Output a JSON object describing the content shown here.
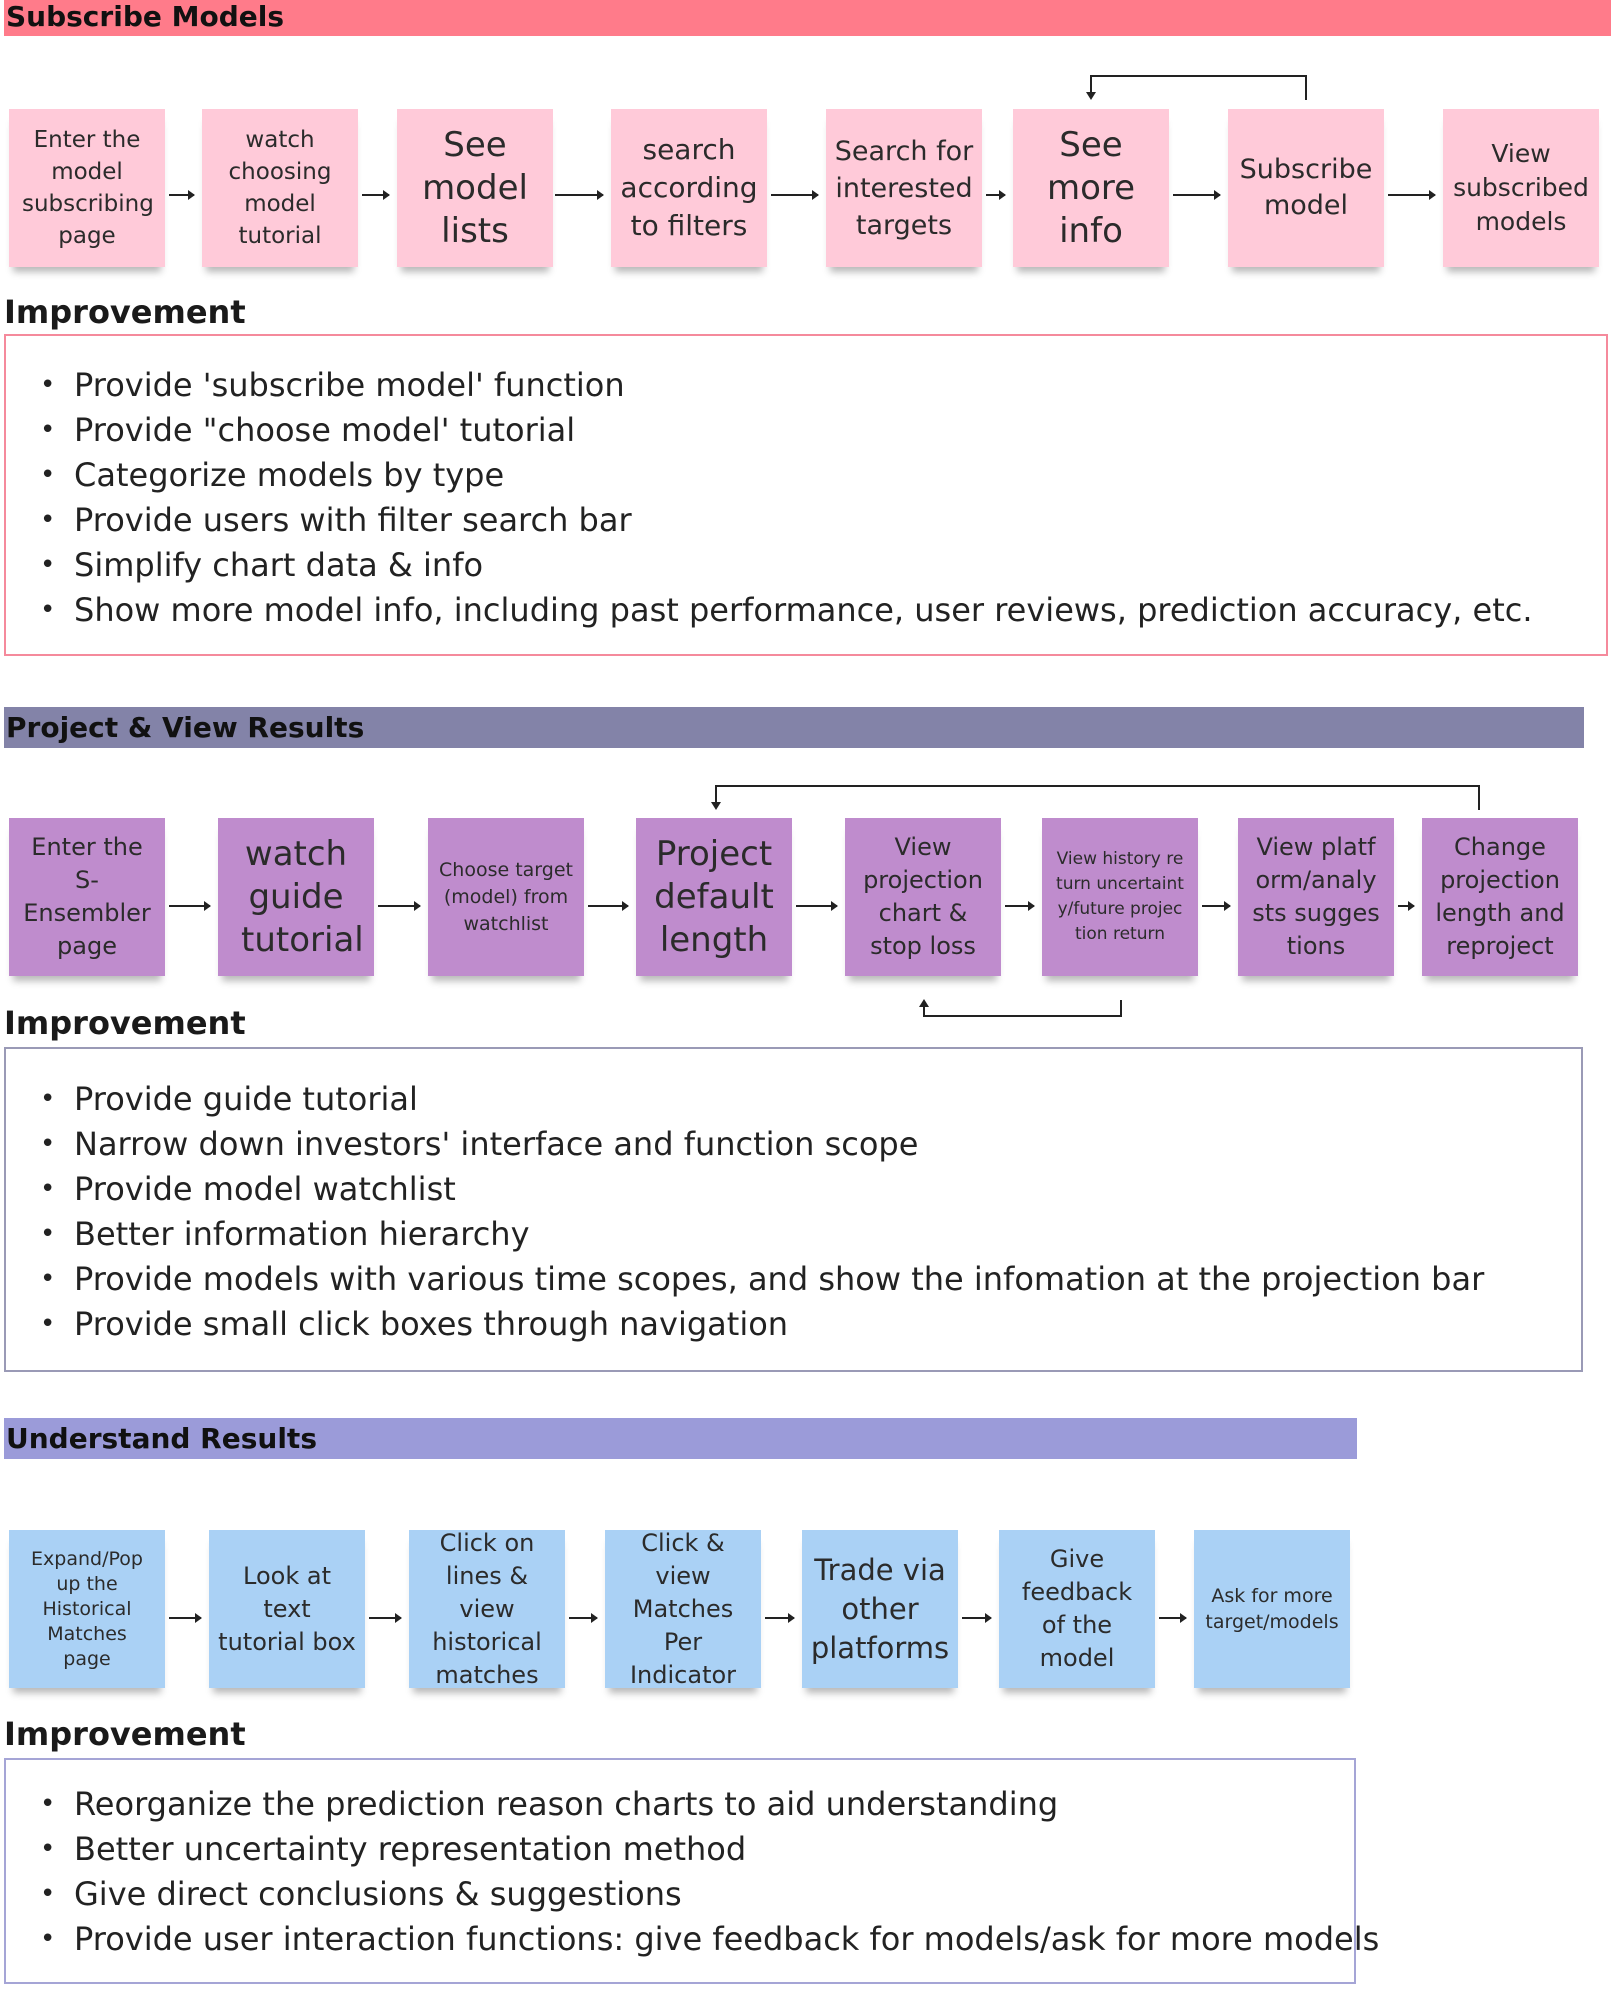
{
  "section1": {
    "title": "Subscribe Models",
    "steps": [
      "Enter the model subscribing page",
      "watch choosing model tutorial",
      "See model lists",
      "search according to filters",
      "Search for interested targets",
      "See more info",
      "Subscribe model",
      "View subscribed models"
    ],
    "improvement_title": "Improvement",
    "improvements": [
      "Provide 'subscribe model' function",
      "Provide \"choose model' tutorial",
      "Categorize models by type",
      "Provide users with filter search bar",
      "Simplify chart data & info",
      "Show more model info, including past performance, user reviews, prediction accuracy, etc."
    ]
  },
  "section2": {
    "title": "Project & View Results",
    "steps": [
      "Enter the S-Ensembler page",
      "watch guide tutorial",
      "Choose target (model) from watchlist",
      "Project default length",
      "View projection chart & stop loss",
      "View history return uncertainty/future projection return",
      "View platform/analysts suggestions",
      "Change projection length and reproject"
    ],
    "improvement_title": "Improvement",
    "improvements": [
      "Provide guide tutorial",
      "Narrow down investors' interface and function scope",
      "Provide model watchlist",
      "Better information hierarchy",
      "Provide models with various time scopes, and show the infomation at the projection bar",
      "Provide small click boxes through navigation"
    ]
  },
  "section3": {
    "title": "Understand Results",
    "steps": [
      "Expand/Pop up the Historical Matches page",
      "Look at text tutorial box",
      "Click on lines & view historical matches",
      "Click & view Matches Per Indicator",
      "Trade via other platforms",
      "Give feedback of the model",
      "Ask for more target/models"
    ],
    "improvement_title": "Improvement",
    "improvements": [
      "Reorganize the prediction reason charts to aid understanding",
      "Better uncertainty representation method",
      "Give direct conclusions & suggestions",
      "Provide user interaction functions: give feedback for models/ask for more models"
    ]
  },
  "colors": {
    "section1_band": "#ff7b8a",
    "section1_note": "#ffcad9",
    "section2_band": "#8383a8",
    "section2_note": "#bf8ccd",
    "section3_band": "#9b9bd9",
    "section3_note": "#aad1f5"
  }
}
